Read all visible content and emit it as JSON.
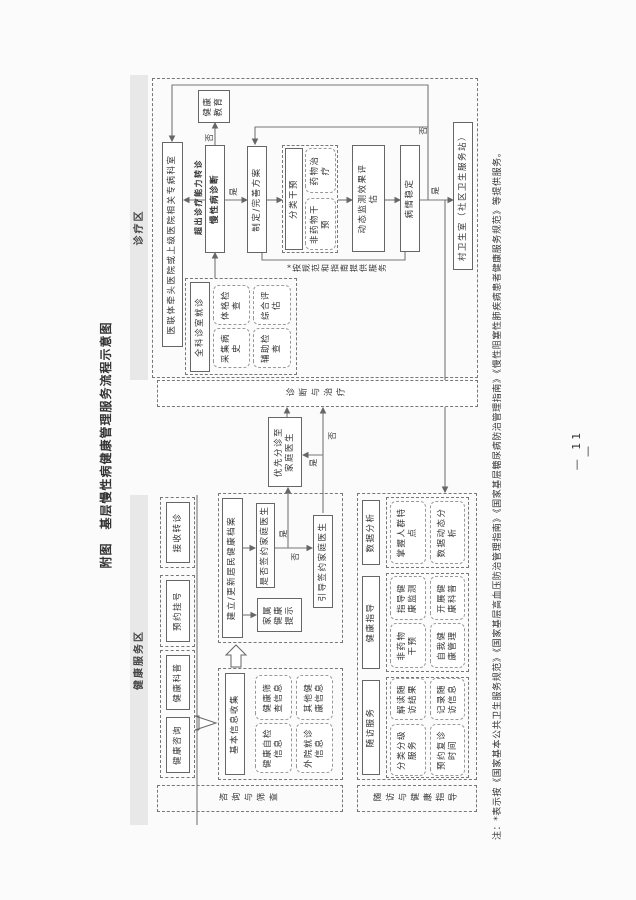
{
  "title": "附图　基层慢性病健康管理服务流程示意图",
  "zones": {
    "treatment": "诊疗区",
    "health": "健康服务区"
  },
  "treatment": {
    "hospital": "医联体牵头医院或上级医院相关专病科室",
    "health_edu": "健康教育",
    "diagnosis": "慢性病诊断",
    "beyond": "超出诊疗能力转诊",
    "plan": "制定/完善方案",
    "classify": "分类干预",
    "drug": "药物治疗",
    "nondrug": "非药物干预",
    "monitor": "动态监测效果评估",
    "stable": "病情稳定",
    "village": "村卫生室（社区卫生服务站）",
    "guideline_note": "*按规范和指南提供服务",
    "gp": "全科诊室就诊",
    "physical": "体格检查",
    "history": "采集病史",
    "assess": "综合评估",
    "aux": "辅助检查",
    "yes": "是",
    "no": "否"
  },
  "middle": {
    "diag_treat": "诊断与治疗",
    "priority": "优先分诊至家庭医生",
    "yes": "是",
    "no": "否"
  },
  "health": {
    "consult": "健康咨询",
    "science": "健康科普",
    "appoint": "预约挂号",
    "referral": "接收转诊",
    "screen_label": "咨询与筛查",
    "info": "基本信息收集",
    "self_check": "健康自检信息",
    "screening": "健康筛查信息",
    "outside": "外院就诊信息",
    "other": "其他健康信息",
    "record": "建立/更新居民健康档案",
    "family_tip": "家属健康提示",
    "signed": "是否签约家庭医生",
    "guide_sign": "引导签约家庭医生",
    "yes": "是",
    "no": "否",
    "data_analysis": "数据分析",
    "crowd": "掌握人群特点",
    "dynamic": "数据动态分析",
    "guidance": "健康指导",
    "g_monitor": "指导健康监测",
    "g_science": "开展健康科普",
    "g_nondrug": "非药物干预",
    "g_self": "自我健康管理",
    "followup": "随访服务",
    "f_interpret": "解读随访结果",
    "f_record": "记录随访信息",
    "f_classify": "分类分级服务",
    "f_appoint": "预约复诊时间",
    "followup_label": "随访与健康指导"
  },
  "note": "注：*表示按《国家基本公共卫生服务规范》《国家基层高血压防治管理指南》《国家基层糖尿病防治管理指南》《慢性阻塞性肺疾病患者健康服务规范》等提供服务。",
  "page_number": "— 11 —"
}
